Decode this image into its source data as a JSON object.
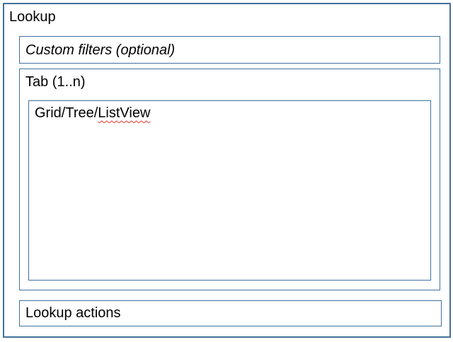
{
  "diagram": {
    "title": "Lookup",
    "filters": {
      "label": "Custom filters (optional)"
    },
    "tab": {
      "label": "Tab (1..n)"
    },
    "grid": {
      "label_prefix": "Grid/Tree/",
      "label_spellchecked": "ListView"
    },
    "actions": {
      "label": "Lookup actions"
    },
    "colors": {
      "border": "#41719C",
      "text": "#000000",
      "spellcheck_underline": "#E0342F",
      "background": "#FFFFFF"
    }
  }
}
